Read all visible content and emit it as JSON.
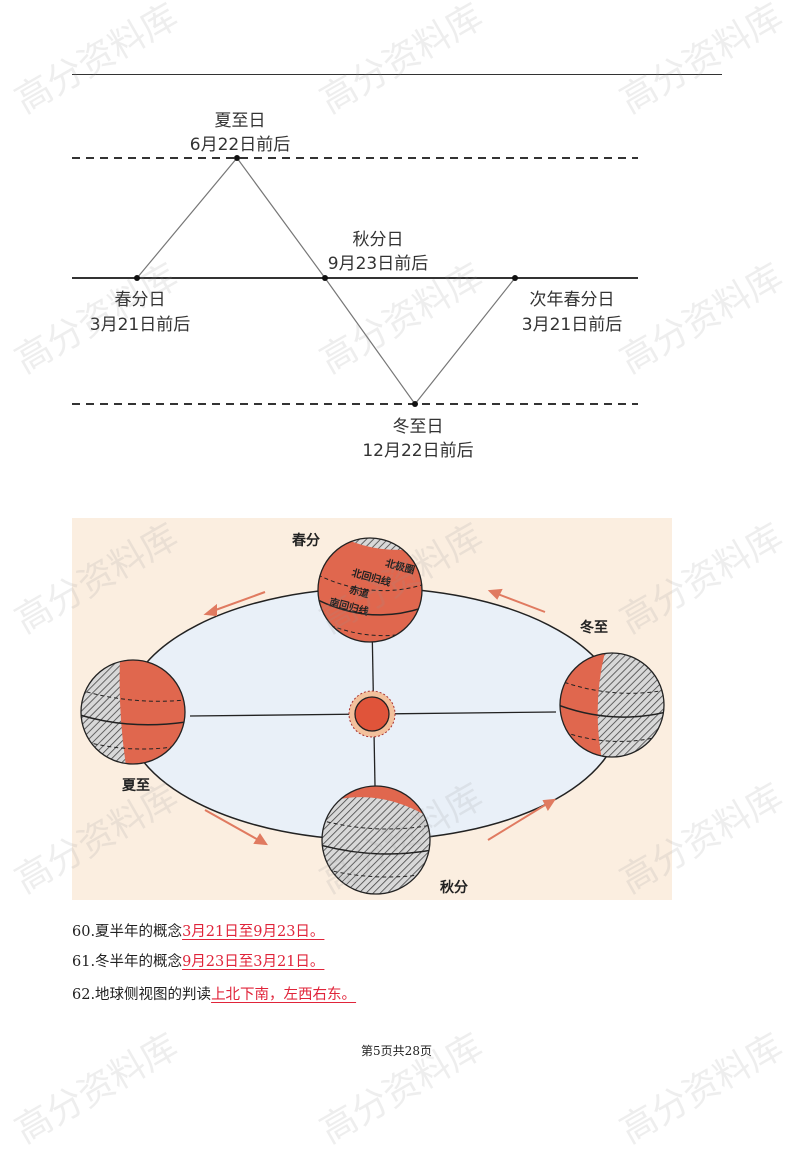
{
  "watermark": "高分资料库",
  "diagram1": {
    "summer_solstice": {
      "name": "夏至日",
      "date": "6月22日前后"
    },
    "spring_equinox": {
      "name": "春分日",
      "date": "3月21日前后"
    },
    "autumn_equinox": {
      "name": "秋分日",
      "date": "9月23日前后"
    },
    "next_spring_equinox": {
      "name": "次年春分日",
      "date": "3月21日前后"
    },
    "winter_solstice": {
      "name": "冬至日",
      "date": "12月22日前后"
    }
  },
  "diagram2": {
    "labels": {
      "spring": "春分",
      "winter": "冬至",
      "summer": "夏至",
      "autumn": "秋分"
    },
    "latitude_labels": [
      "北极圈",
      "北回归线",
      "赤道",
      "南回归线"
    ],
    "colors": {
      "background": "#fbeee0",
      "orbit": "#e9f0f8",
      "lit": "#e0674e",
      "arrow": "#e07a60"
    }
  },
  "questions": [
    {
      "prompt": "60.夏半年的概念",
      "answer": "3月21日至9月23日。"
    },
    {
      "prompt": "61.冬半年的概念",
      "answer": "9月23日至3月21日。"
    },
    {
      "prompt": "62.地球侧视图的判读",
      "answer": "上北下南，左西右东。"
    }
  ],
  "footer": "第5页共28页"
}
